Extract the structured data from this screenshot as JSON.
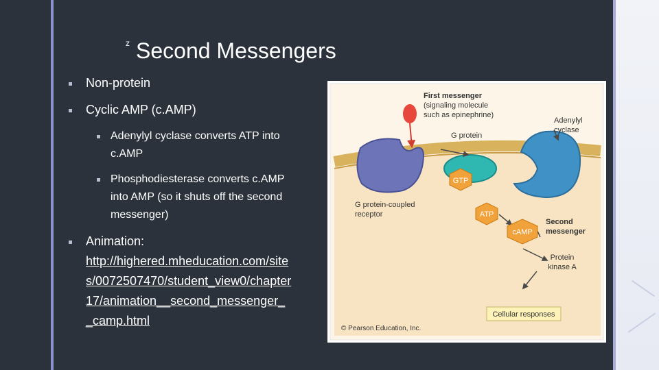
{
  "slide": {
    "title": "Second Messengers",
    "title_glyph": "z",
    "bullets": {
      "b1": "Non-protein",
      "b2": "Cyclic AMP (c.AMP)",
      "b2a_line1": "Adenylyl cyclase converts ATP into",
      "b2a_line2": "c.AMP",
      "b2b_line1": "Phosphodiesterase converts c.AMP",
      "b2b_line2": "into AMP (so it shuts off the second",
      "b2b_line3": "messenger)",
      "b3": "Animation:",
      "link_lines": [
        "http://highered.mheducation.com/site",
        "s/0072507470/student_view0/chapter",
        "17/animation__second_messenger_",
        "_camp.html"
      ]
    }
  },
  "figure": {
    "first_messenger": [
      "First messenger",
      "(signaling molecule",
      "such as epinephrine)"
    ],
    "g_protein": "G protein",
    "adenylyl_cyclase": [
      "Adenylyl",
      "cyclase"
    ],
    "gtp": "GTP",
    "atp": "ATP",
    "camp": "cAMP",
    "second_messenger": [
      "Second",
      "messenger"
    ],
    "receptor": [
      "G protein-coupled",
      "receptor"
    ],
    "protein_kinase": [
      "Protein",
      "kinase A"
    ],
    "cellular_responses": "Cellular responses",
    "copyright": "© Pearson Education, Inc."
  },
  "colors": {
    "background": "#2b323c",
    "accent_stripe": "#8c93c9",
    "cytoplasm": "#f8e4c2",
    "membrane": "#d9b25e",
    "receptor": "#6d75b8",
    "g_protein": "#2fb7b2",
    "adenylyl_cyclase": "#3f91c6",
    "gtp_atp_camp": "#f2a23a",
    "messenger_red": "#e8483c"
  }
}
